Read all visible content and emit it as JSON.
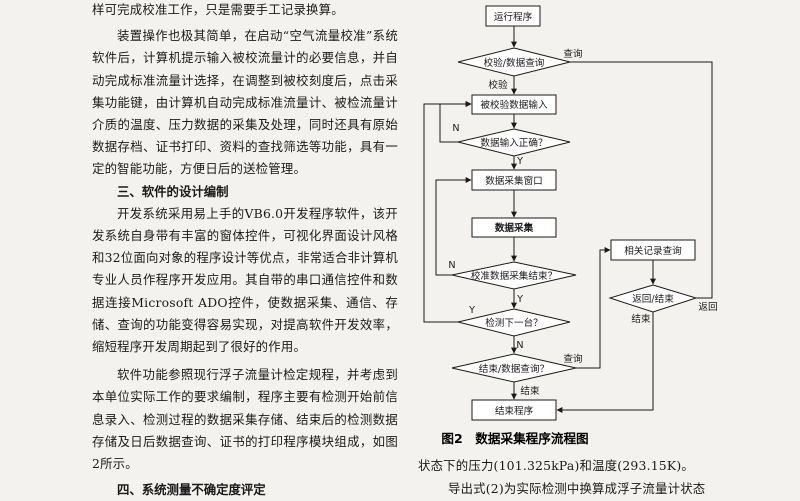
{
  "left_column": {
    "line1": "样可完成校准工作，只是需要手工记录换算。",
    "para_install": "装置操作也极其简单，在启动“空气流量校准”系统软件后，计算机提示输入被校流量计的必要信息，并自动完成标准流量计选择，在调整到被校刻度后，点击采集功能键，由计算机自动完成标准流量计、被检流量计介质的温度、压力数据的采集及处理，同时还具有原始数据存档、证书打印、资料的查找筛选等功能，具有一定的智能功能，方便日后的送检管理。",
    "heading3": "三、软件的设计编制",
    "para_dev": "开发系统采用易上手的VB6.0开发程序软件，该开发系统自身带有丰富的窗体控件，可视化界面设计风格和32位面向对象的程序设计等优点，非常适合非计算机专业人员作程序开发应用。其自带的串口通信控件和数据连接Microsoft ADO控件，使数据采集、通信、存储、查询的功能变得容易实现，对提高软件开发效率，缩短程序开发周期起到了很好的作用。",
    "para_func": "软件功能参照现行浮子流量计检定规程，并考虑到本单位实际工作的要求编制，程序主要有检测开始前信息录入、检测过程的数据采集存储、结束后的检测数据存储及日后数据查询、证书的打印程序模块组成，如图2所示。",
    "heading4": "四、系统测量不确定度评定"
  },
  "flowchart": {
    "run": "运行程序",
    "d_mode": "校验/数据查询",
    "lbl_calib": "校验",
    "lbl_query1": "查询",
    "input": "被校验数据输入",
    "d_input_ok": "数据输入正确？",
    "lbl_n1": "N",
    "lbl_y1": "Y",
    "acq_window": "数据采集窗口",
    "acq": "数据采集",
    "d_acq_end": "校准数据采集结束？",
    "lbl_n2": "N",
    "lbl_y2": "Y",
    "d_next": "检测下一台？",
    "lbl_y3": "Y",
    "lbl_n3": "N",
    "d_end_query": "结束/数据查询？",
    "lbl_query2": "查询",
    "lbl_end1": "结束",
    "end_prog": "结束程序",
    "records": "相关记录查询",
    "d_back_end": "返回/结束",
    "lbl_back": "返回",
    "lbl_end2": "结束",
    "caption": "图2　数据采集程序流程图"
  },
  "right_column": {
    "line_state": "状态下的压力(101.325kPa)和温度(293.15K)。",
    "line_formula": "导出式(2)为实际检测中换算成浮子流量计状态"
  }
}
